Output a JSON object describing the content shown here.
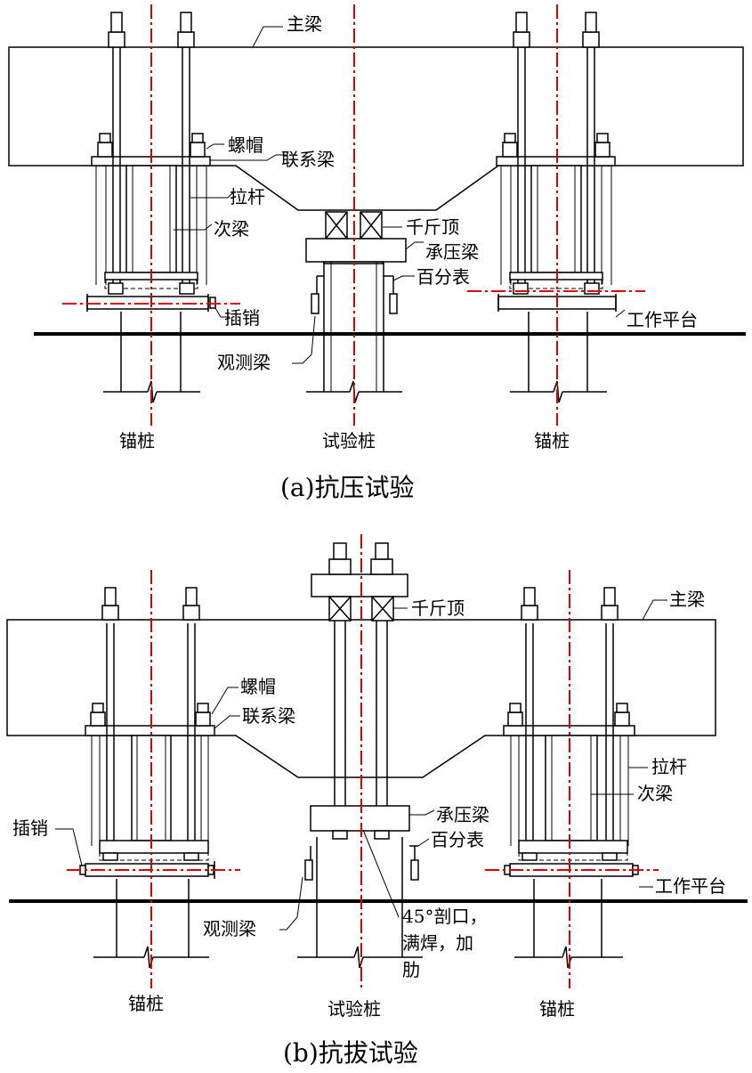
{
  "panel_a": {
    "labels": {
      "main_beam": "主梁",
      "nut": "螺帽",
      "tie_beam": "联系梁",
      "tie_rod": "拉杆",
      "secondary_beam": "次梁",
      "jack": "千斤顶",
      "bearing_beam": "承压梁",
      "dial_gauge": "百分表",
      "platform": "工作平台",
      "pin": "插销",
      "observation_beam": "观测梁",
      "anchor_pile_left": "锚桩",
      "test_pile": "试验桩",
      "anchor_pile_right": "锚桩"
    },
    "caption": "(a)抗压试验"
  },
  "panel_b": {
    "labels": {
      "jack": "千斤顶",
      "main_beam": "主梁",
      "nut": "螺帽",
      "tie_beam": "联系梁",
      "tie_rod": "拉杆",
      "secondary_beam": "次梁",
      "pin": "插销",
      "bearing_beam": "承压梁",
      "dial_gauge": "百分表",
      "platform": "工作平台",
      "observation_beam": "观测梁",
      "weld_note_1": "45°剖口，",
      "weld_note_2": "满焊，加",
      "weld_note_3": "肋",
      "anchor_pile_left": "锚桩",
      "test_pile": "试验桩",
      "anchor_pile_right": "锚桩"
    },
    "caption": "(b)抗拔试验"
  },
  "colors": {
    "centerline": "#e00000",
    "ink": "#000000"
  }
}
